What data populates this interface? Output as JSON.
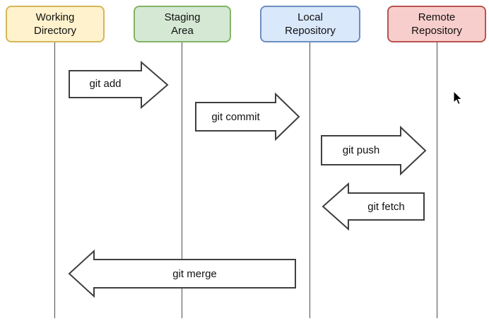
{
  "diagram": {
    "nodes": [
      {
        "label": "Working Directory",
        "fill": "#fff2cc",
        "border": "#d6b656"
      },
      {
        "label": "Staging Area",
        "fill": "#d5e8d4",
        "border": "#82b366"
      },
      {
        "label": "Local Repository",
        "fill": "#dae8fc",
        "border": "#6c8ebf"
      },
      {
        "label": "Remote Repository",
        "fill": "#f8cecc",
        "border": "#b85450"
      }
    ],
    "arrows": [
      {
        "label": "git add",
        "from": "Working Directory",
        "to": "Staging Area",
        "direction": "right"
      },
      {
        "label": "git commit",
        "from": "Staging Area",
        "to": "Local Repository",
        "direction": "right"
      },
      {
        "label": "git push",
        "from": "Local Repository",
        "to": "Remote Repository",
        "direction": "right"
      },
      {
        "label": "git fetch",
        "from": "Remote Repository",
        "to": "Local Repository",
        "direction": "left"
      },
      {
        "label": "git merge",
        "from": "Local Repository",
        "to": "Working Directory",
        "direction": "left"
      }
    ],
    "colors": {
      "background": "#ffffff",
      "arrow_fill": "#ffffff",
      "arrow_outline": "#3f3f3f",
      "lifeline": "#4d4d4d",
      "text": "#111111"
    }
  }
}
